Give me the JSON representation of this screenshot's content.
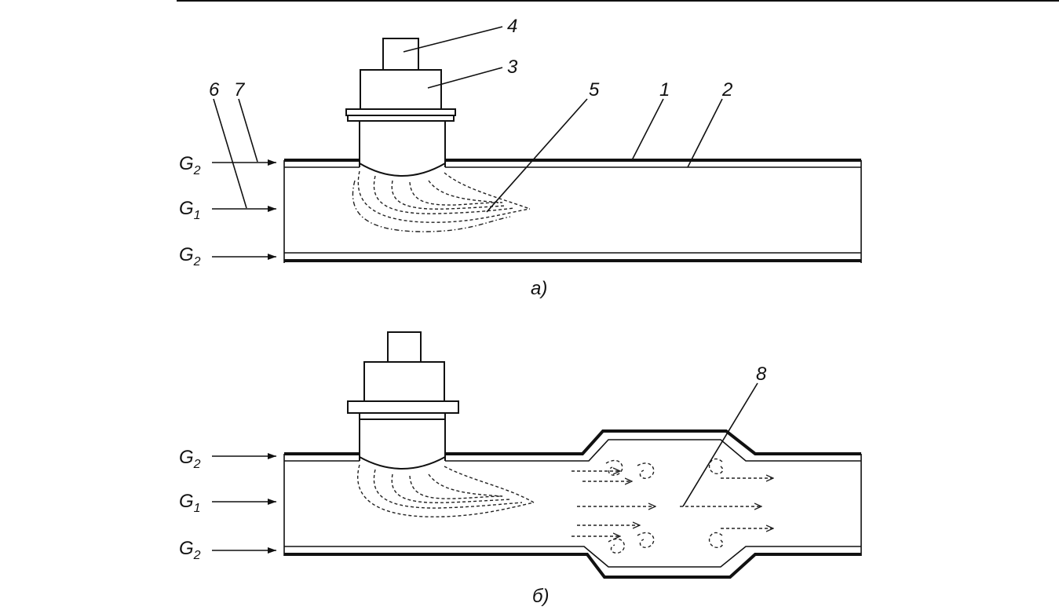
{
  "diagram": {
    "top": {
      "caption": "a)",
      "callouts": [
        "1",
        "2",
        "3",
        "4",
        "5",
        "6",
        "7"
      ],
      "flows": [
        {
          "main": "G",
          "sub": "2"
        },
        {
          "main": "G",
          "sub": "1"
        },
        {
          "main": "G",
          "sub": "2"
        }
      ]
    },
    "bottom": {
      "caption": "б)",
      "callouts": [
        "8"
      ],
      "flows": [
        {
          "main": "G",
          "sub": "2"
        },
        {
          "main": "G",
          "sub": "1"
        },
        {
          "main": "G",
          "sub": "2"
        }
      ]
    }
  }
}
